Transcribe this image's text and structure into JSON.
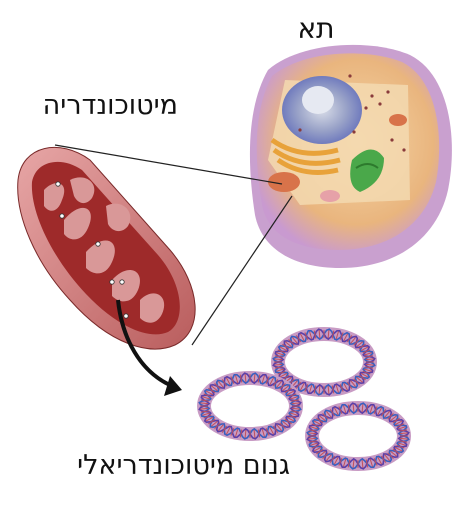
{
  "labels": {
    "cell": "תא",
    "mitochondrion": "מיטוכונדריה",
    "mitochondrial_genome": "גנום מיטוכונדריאלי"
  },
  "colors": {
    "cell_membrane": "#c9a0cf",
    "cytoplasm": "#f2c57c",
    "nucleus": "#6a78c8",
    "golgi": "#e8a23a",
    "chloroplast_like": "#4aa84a",
    "mitochondrion_outer": "#d98a8a",
    "mitochondrion_inner": "#9e2a2a",
    "dna_ring": "#c89bc4",
    "dna_strand": "#3a5fbf"
  },
  "icons": [
    "cell-illustration",
    "mitochondrion-illustration",
    "dna-ring-icon",
    "arrow-icon"
  ]
}
